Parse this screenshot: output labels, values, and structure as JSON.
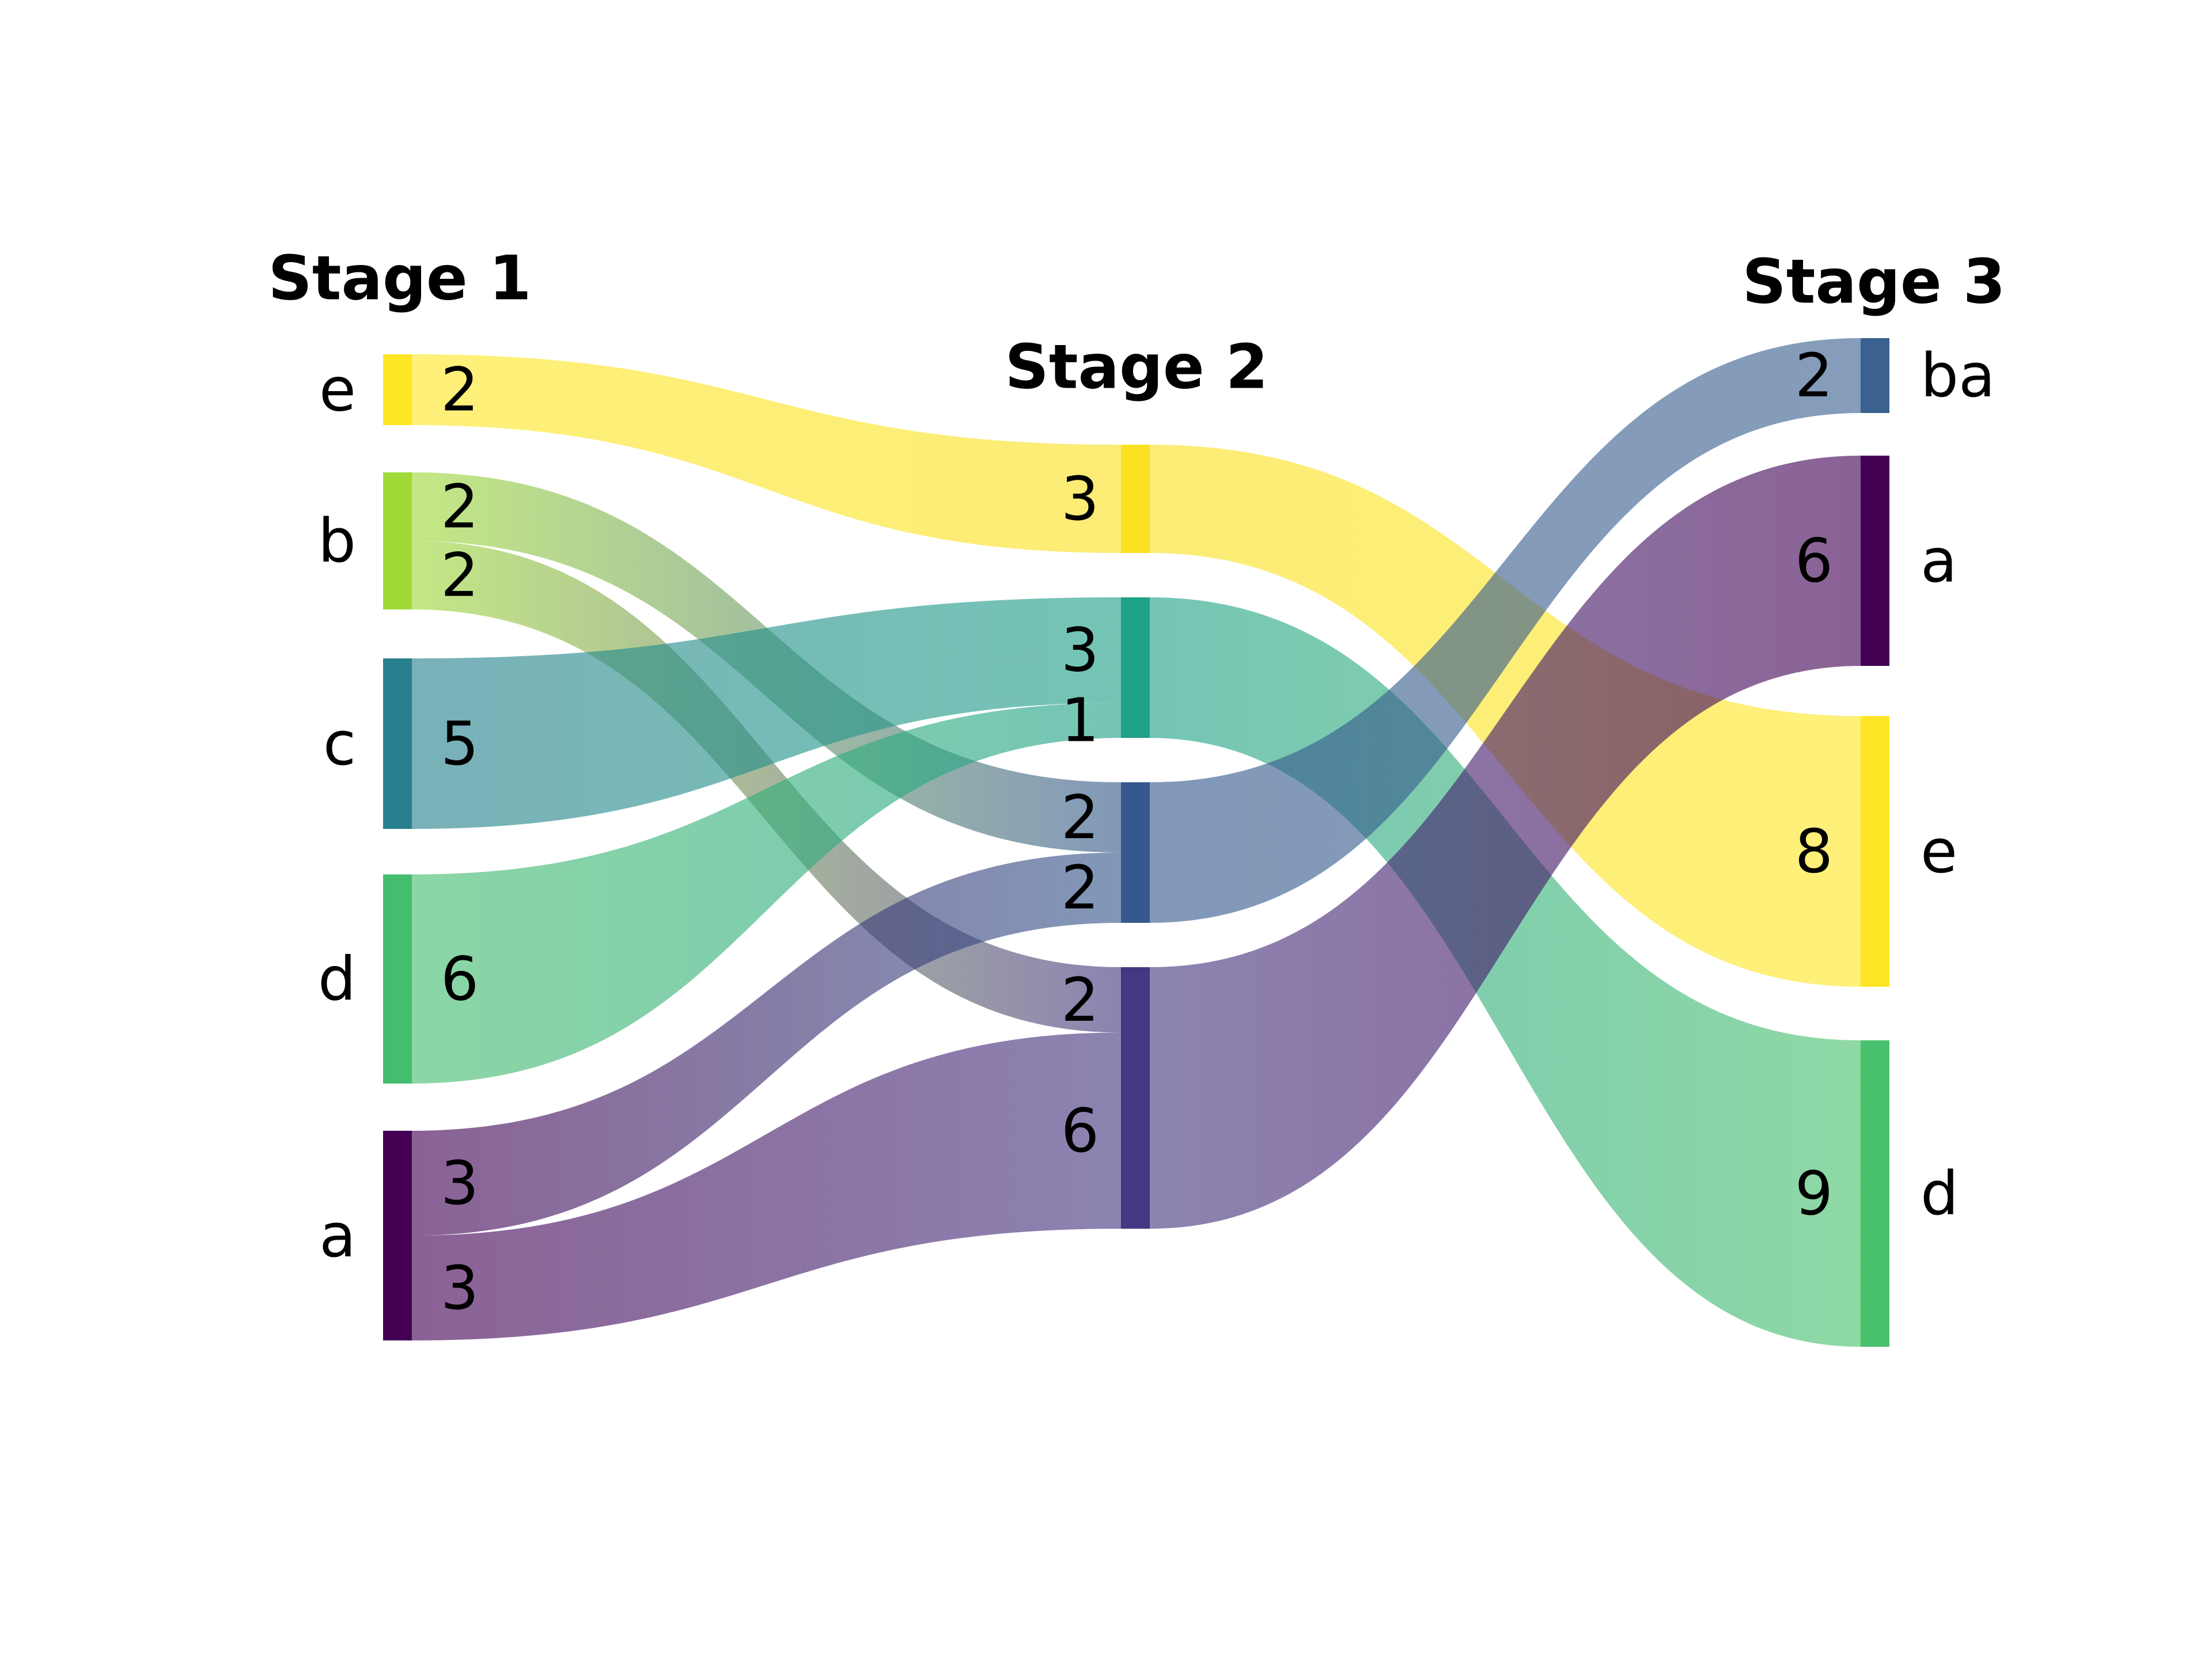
{
  "chart_data": {
    "type": "sankey",
    "background": "#ffffff",
    "link_opacity": 0.62,
    "stages": [
      {
        "title": "Stage 1",
        "nodes": [
          {
            "id": "s1-e",
            "label": "e",
            "color": "#fde725",
            "out_values": [
              2
            ]
          },
          {
            "id": "s1-b",
            "label": "b",
            "color": "#a0da39",
            "out_values": [
              2,
              2
            ]
          },
          {
            "id": "s1-c",
            "label": "c",
            "color": "#27808e",
            "out_values": [
              5
            ]
          },
          {
            "id": "s1-d",
            "label": "d",
            "color": "#45bd6e",
            "out_values": [
              6
            ]
          },
          {
            "id": "s1-a",
            "label": "a",
            "color": "#440154",
            "out_values": [
              3,
              3
            ]
          }
        ]
      },
      {
        "title": "Stage 2",
        "nodes": [
          {
            "id": "s2-yellow",
            "label": "",
            "color": "#fbe122",
            "in_values": [
              3
            ],
            "out_values": [
              4
            ]
          },
          {
            "id": "s2-teal",
            "label": "",
            "color": "#1fa187",
            "in_values": [
              3,
              1
            ],
            "out_values": [
              4
            ]
          },
          {
            "id": "s2-blue",
            "label": "",
            "color": "#35598d",
            "in_values": [
              2,
              2
            ],
            "out_values": [
              4
            ]
          },
          {
            "id": "s2-purple",
            "label": "",
            "color": "#453781",
            "in_values": [
              2,
              6
            ],
            "out_values": [
              8
            ]
          }
        ]
      },
      {
        "title": "Stage 3",
        "nodes": [
          {
            "id": "s3-ba",
            "label": "ba",
            "color": "#3a618f",
            "in_values": [
              2
            ]
          },
          {
            "id": "s3-a",
            "label": "a",
            "color": "#440154",
            "in_values": [
              6
            ]
          },
          {
            "id": "s3-e",
            "label": "e",
            "color": "#fde725",
            "in_values": [
              8
            ]
          },
          {
            "id": "s3-d",
            "label": "d",
            "color": "#4ac16d",
            "in_values": [
              9
            ]
          }
        ]
      }
    ],
    "links": [
      {
        "source": "s1-e",
        "target": "s2-yellow",
        "source_value": 2,
        "target_value": 3
      },
      {
        "source": "s1-b",
        "target": "s2-blue",
        "source_value": 2,
        "target_value": 2
      },
      {
        "source": "s1-b",
        "target": "s2-purple",
        "source_value": 2,
        "target_value": 2
      },
      {
        "source": "s1-c",
        "target": "s2-teal",
        "source_value": 5,
        "target_value": 3
      },
      {
        "source": "s1-d",
        "target": "s2-teal",
        "source_value": 6,
        "target_value": 1
      },
      {
        "source": "s1-a",
        "target": "s2-blue",
        "source_value": 3,
        "target_value": 2
      },
      {
        "source": "s1-a",
        "target": "s2-purple",
        "source_value": 3,
        "target_value": 6
      },
      {
        "source": "s2-yellow",
        "target": "s3-e",
        "source_value": 3,
        "target_value": 8
      },
      {
        "source": "s2-teal",
        "target": "s3-d",
        "source_value": 4,
        "target_value": 9
      },
      {
        "source": "s2-blue",
        "target": "s3-ba",
        "source_value": 4,
        "target_value": 2
      },
      {
        "source": "s2-purple",
        "target": "s3-a",
        "source_value": 8,
        "target_value": 6
      }
    ]
  }
}
